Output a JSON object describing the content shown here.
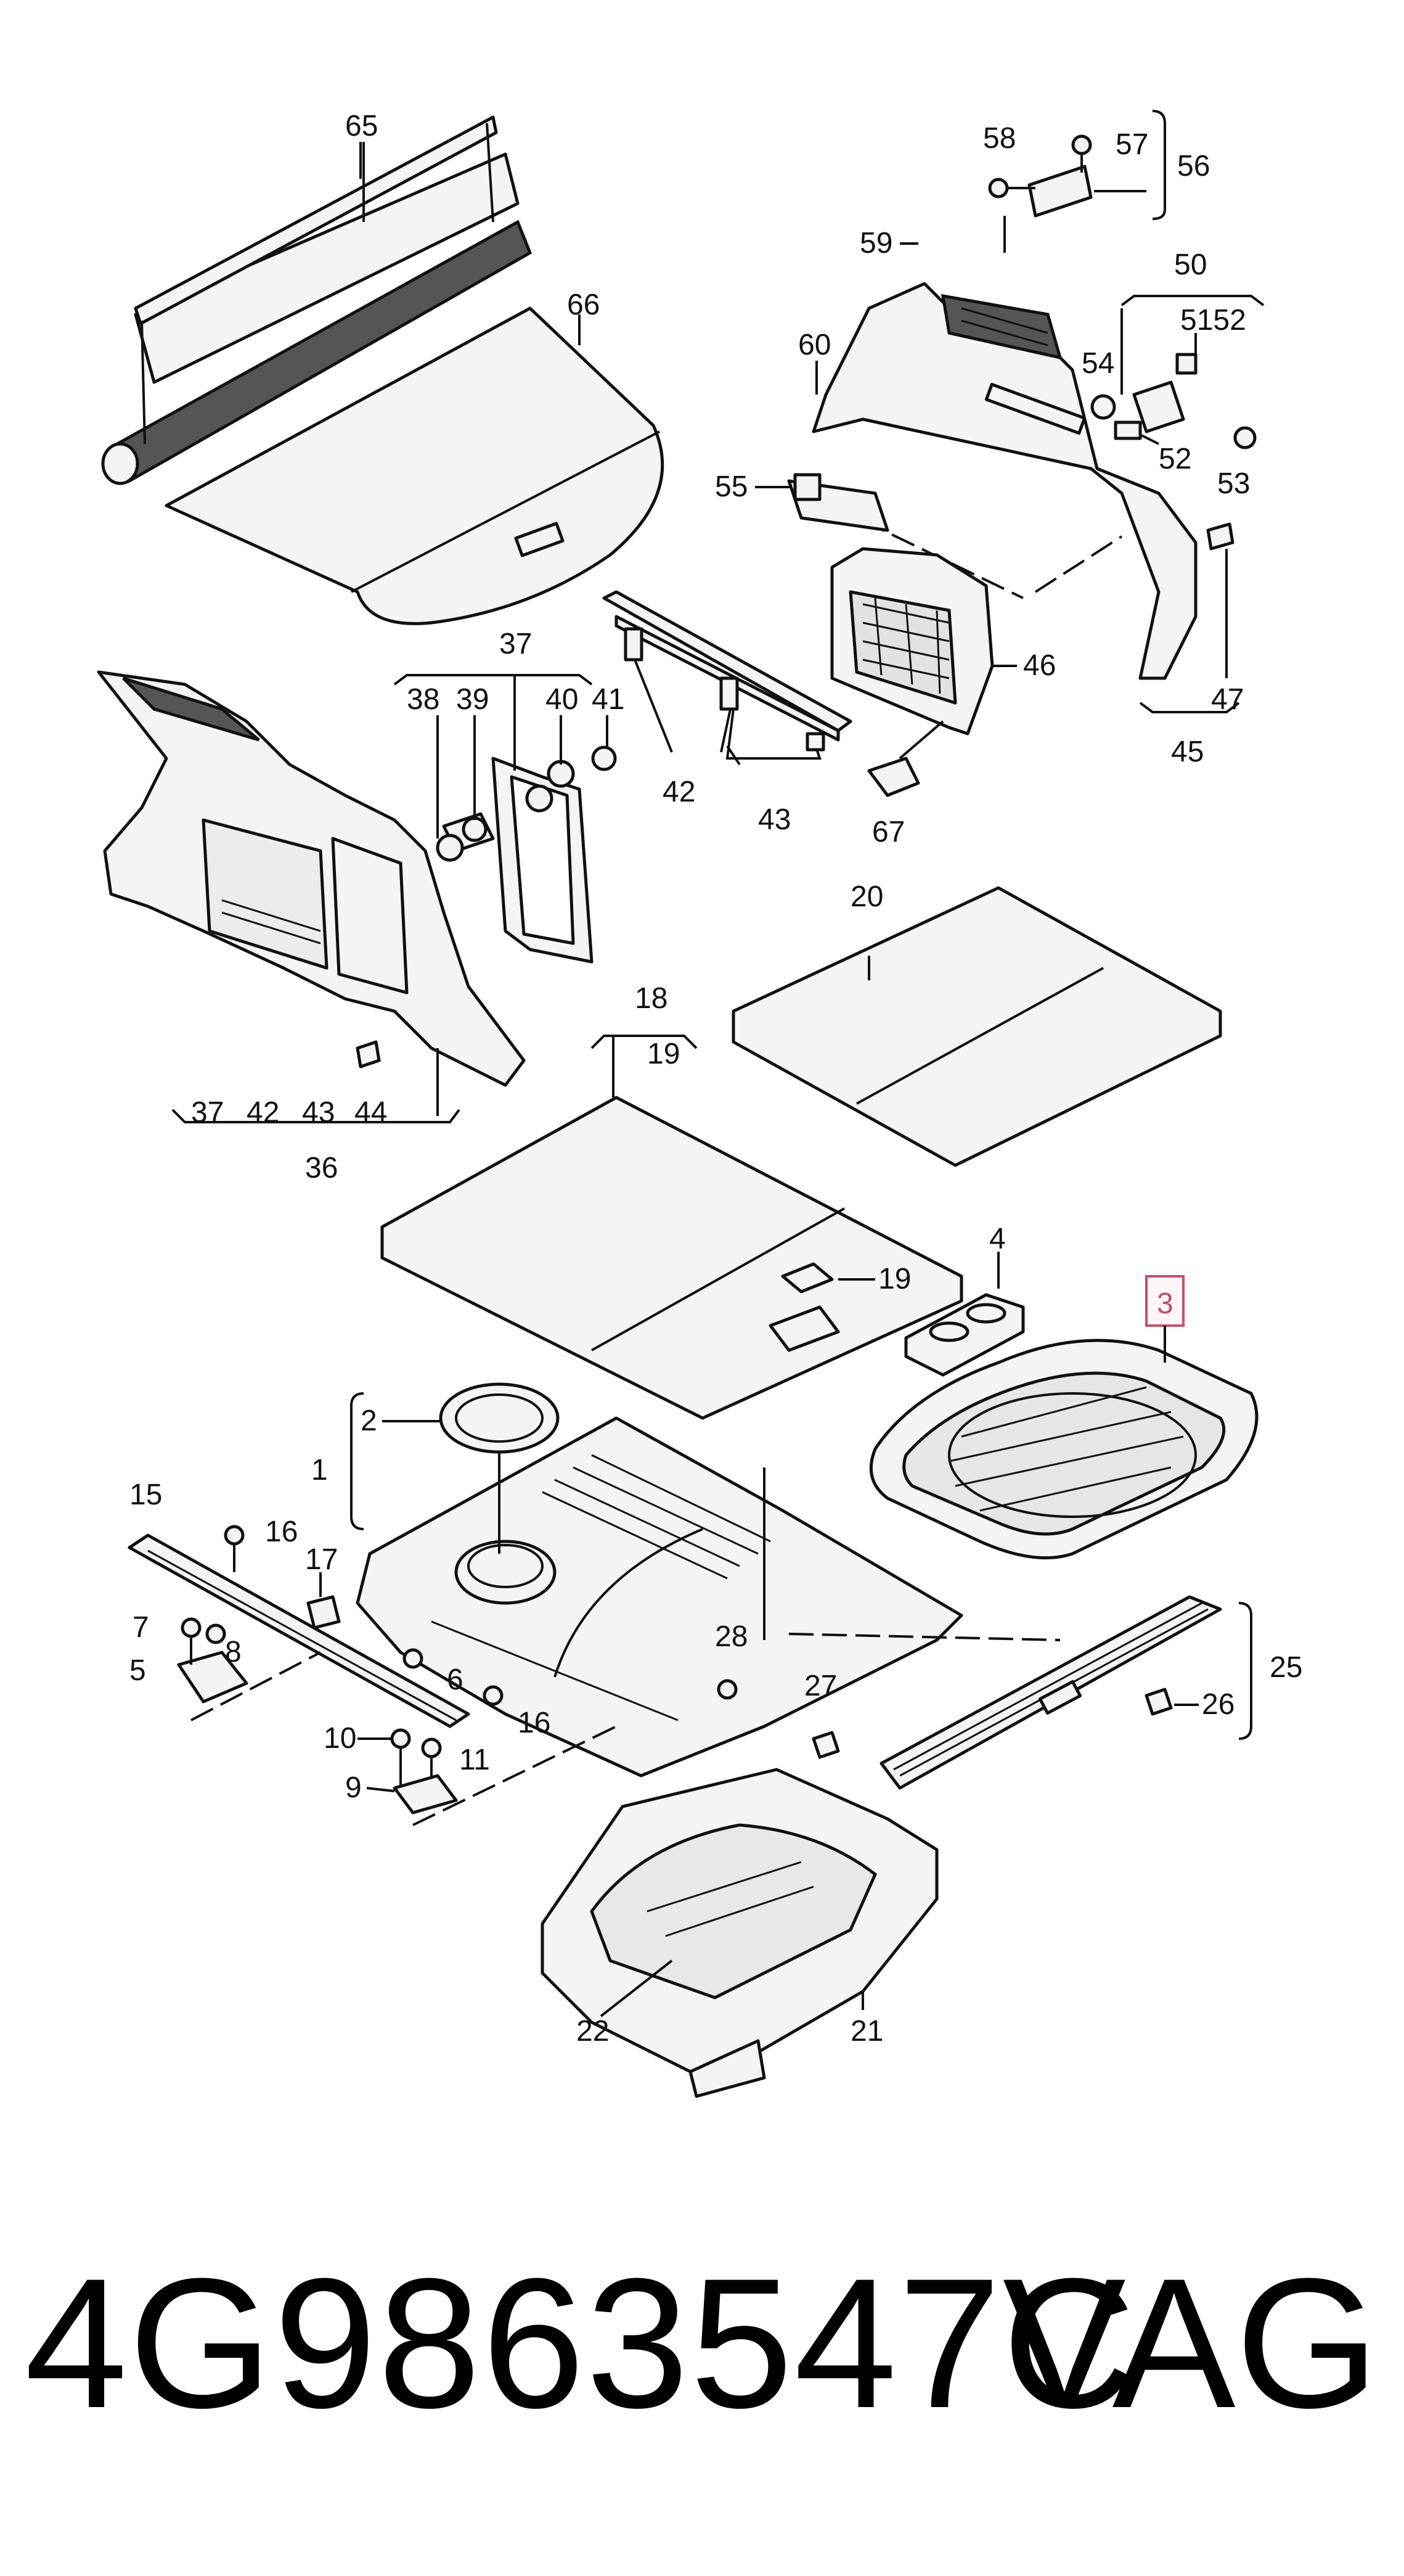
{
  "caption": {
    "part_number": "4G9863547C",
    "brand": "VAG"
  },
  "highlight_color": "#c0506a",
  "callouts": {
    "c65": "65",
    "c66": "66",
    "c58": "58",
    "c57": "57",
    "c56": "56",
    "c59": "59",
    "c50": "50",
    "c5152": "5152",
    "c60": "60",
    "c54": "54",
    "c55": "55",
    "c52": "52",
    "c53": "53",
    "c46": "46",
    "c47": "47",
    "c45": "45",
    "c67": "67",
    "c37": "37",
    "c38": "38",
    "c39": "39",
    "c40": "40",
    "c41": "41",
    "c42": "42",
    "c43": "43",
    "c20": "20",
    "c18": "18",
    "c19a": "19",
    "c37b": "37",
    "c42b": "42",
    "c43b": "43",
    "c44": "44",
    "c36": "36",
    "c4": "4",
    "c3": "3",
    "c19b": "19",
    "c2": "2",
    "c1": "1",
    "c15": "15",
    "c16a": "16",
    "c17": "17",
    "c7": "7",
    "c8": "8",
    "c5": "5",
    "c6": "6",
    "c16b": "16",
    "c28": "28",
    "c27": "27",
    "c25": "25",
    "c26": "26",
    "c10": "10",
    "c11": "11",
    "c9": "9",
    "c22": "22",
    "c21": "21"
  }
}
